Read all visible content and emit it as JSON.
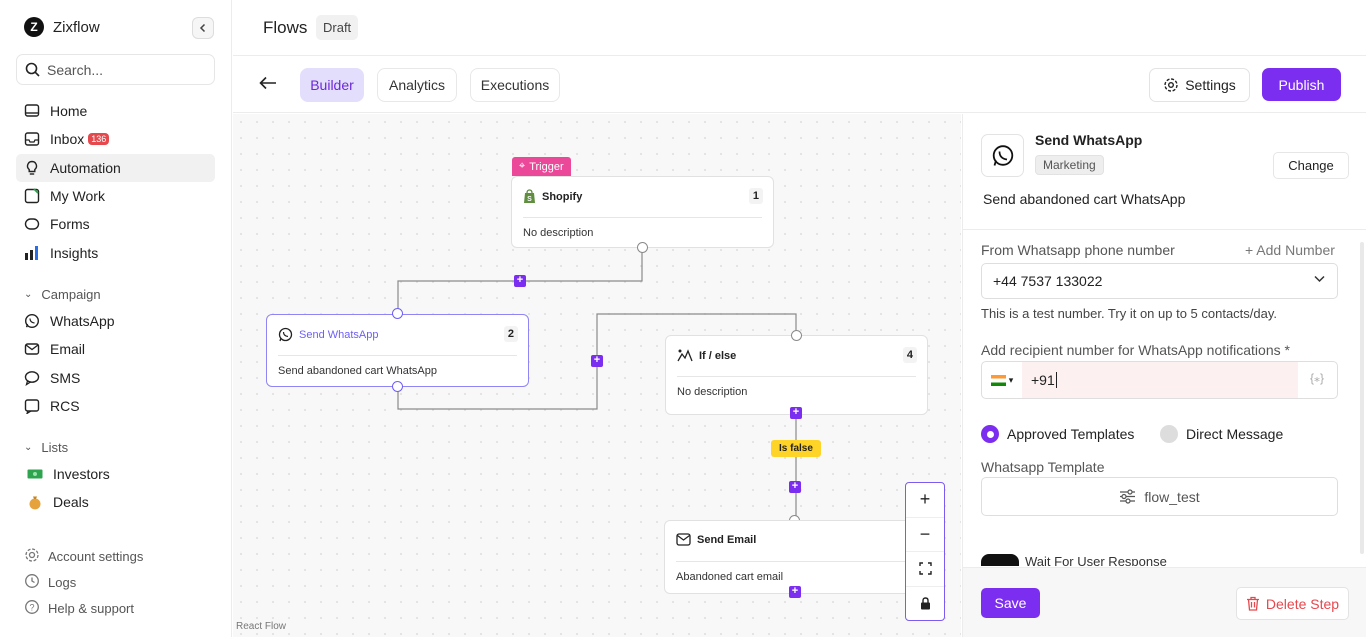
{
  "sidebar": {
    "brand": "Zixflow",
    "search_placeholder": "Search...",
    "nav": [
      {
        "label": "Home"
      },
      {
        "label": "Inbox",
        "badge": "136"
      },
      {
        "label": "Automation"
      },
      {
        "label": "My Work"
      },
      {
        "label": "Forms"
      },
      {
        "label": "Insights"
      }
    ],
    "campaign": {
      "heading": "Campaign",
      "items": [
        "WhatsApp",
        "Email",
        "SMS",
        "RCS"
      ]
    },
    "lists": {
      "heading": "Lists",
      "items": [
        "Investors",
        "Deals"
      ]
    },
    "footer": [
      "Account settings",
      "Logs",
      "Help & support"
    ]
  },
  "header": {
    "title": "Flows",
    "status": "Draft"
  },
  "tabs": [
    "Builder",
    "Analytics",
    "Executions"
  ],
  "toolbar": {
    "settings": "Settings",
    "publish": "Publish"
  },
  "canvas": {
    "attribution": "React Flow",
    "trigger_tag": "Trigger",
    "nodes": {
      "shopify": {
        "title": "Shopify",
        "num": "1",
        "desc": "No description"
      },
      "whatsapp": {
        "title": "Send WhatsApp",
        "num": "2",
        "desc": "Send abandoned cart WhatsApp"
      },
      "ifelse": {
        "title": "If / else",
        "num": "4",
        "desc": "No description"
      },
      "email": {
        "title": "Send Email",
        "desc": "Abandoned cart email"
      }
    },
    "condition": "Is false"
  },
  "panel": {
    "step_title": "Send WhatsApp",
    "category": "Marketing",
    "change": "Change",
    "step_name": "Send abandoned cart WhatsApp",
    "from_label": "From Whatsapp phone number",
    "add_number": "+ Add Number",
    "from_value": "+44 7537 133022",
    "test_hint": "This is a test number. Try it on up to 5 contacts/day.",
    "recipient_label": "Add recipient number for WhatsApp notifications *",
    "recipient_value": "+91",
    "vars_icon": "{⁎}",
    "radio_approved": "Approved Templates",
    "radio_direct": "Direct Message",
    "template_label": "Whatsapp Template",
    "template_value": "flow_test",
    "wait_label": "Wait For User Response",
    "save": "Save",
    "delete": "Delete Step"
  }
}
